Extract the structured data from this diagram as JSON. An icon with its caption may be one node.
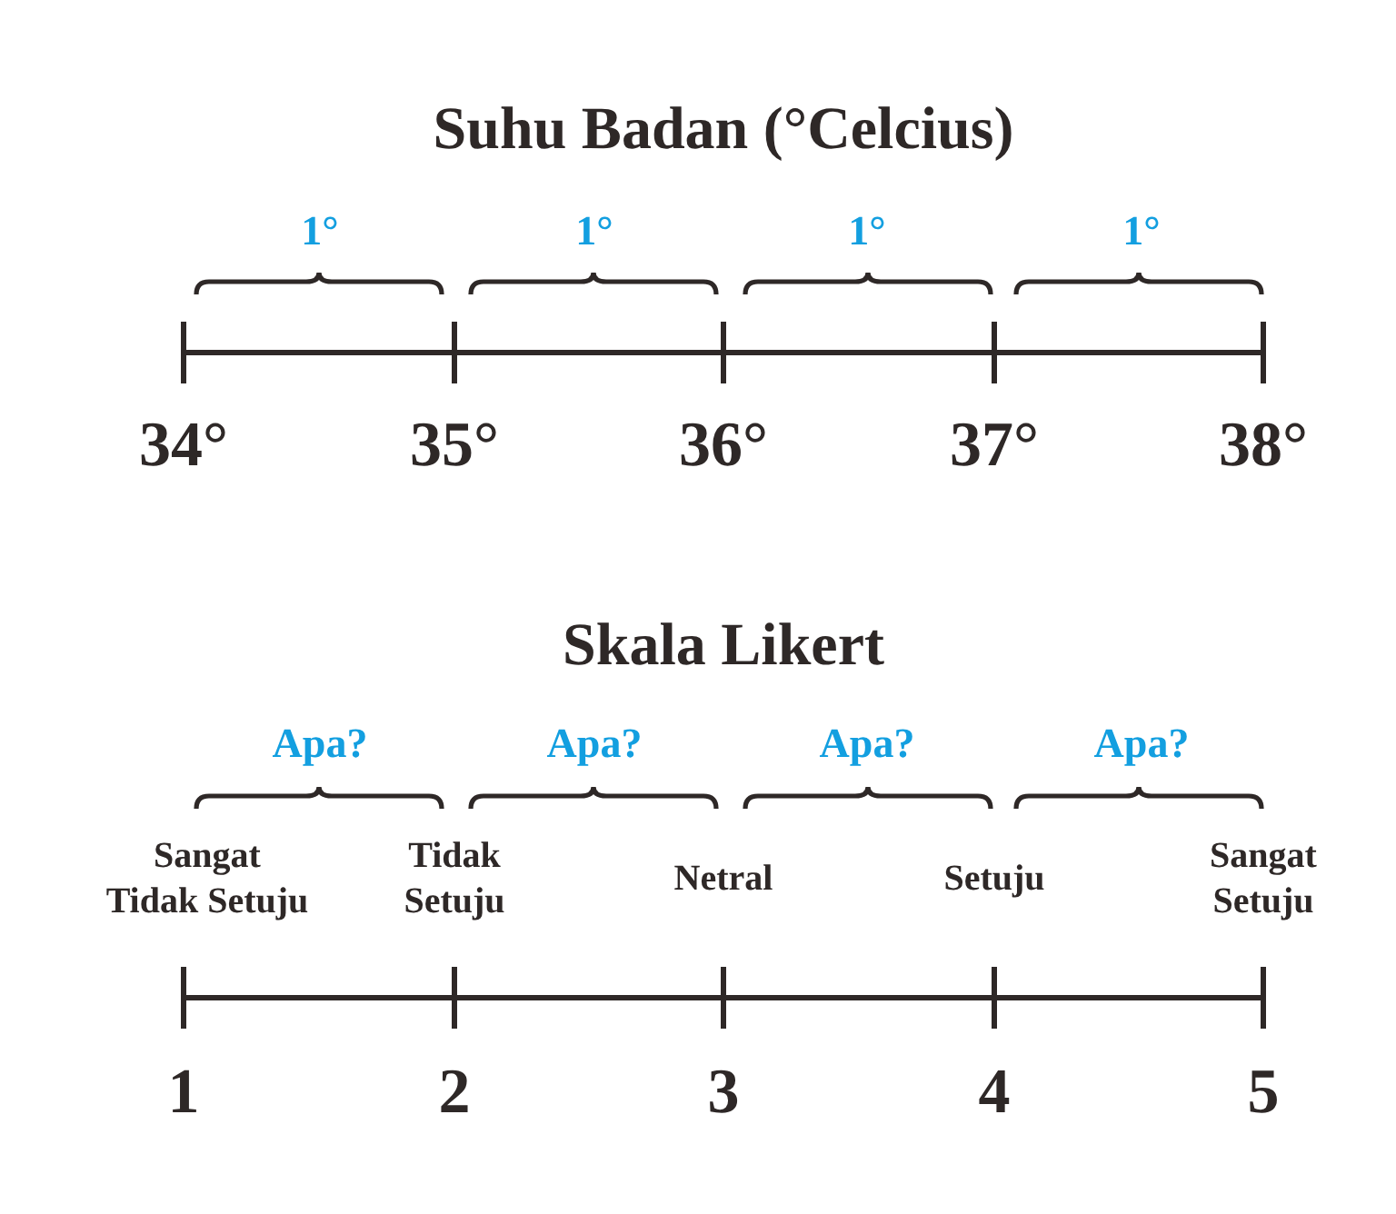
{
  "diagram": {
    "labels": [
      "Suhu Badan (°Celcius)",
      "1°",
      "1°",
      "1°",
      "1°",
      "34°",
      "35°",
      "36°",
      "37°",
      "38°",
      "Skala Likert",
      "Apa?",
      "Apa?",
      "Apa?",
      "Apa?",
      "Sangat Tidak Setuju",
      "Tidak Setuju",
      "Netral",
      "Setuju",
      "Sangat Setuju",
      "1",
      "2",
      "3",
      "4",
      "5"
    ]
  }
}
